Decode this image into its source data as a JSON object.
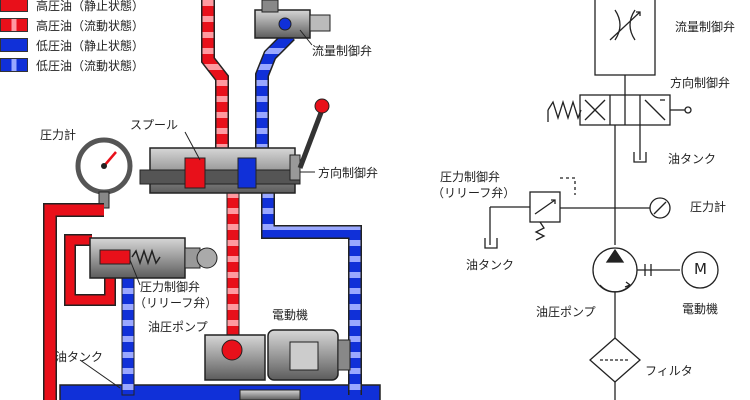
{
  "legend": {
    "items": [
      {
        "label": "高圧油（静止状態）",
        "color": "#e8101a",
        "pattern": "solid"
      },
      {
        "label": "高圧油（流動状態）",
        "color": "#e8101a",
        "pattern": "flow"
      },
      {
        "label": "低圧油（静止状態）",
        "color": "#1030d8",
        "pattern": "solid"
      },
      {
        "label": "低圧油（流動状態）",
        "color": "#1030d8",
        "pattern": "flow"
      }
    ]
  },
  "left_diagram": {
    "labels": {
      "flow_valve": "流量制御弁",
      "spool": "スプール",
      "pressure_gauge": "圧力計",
      "direction_valve": "方向制御弁",
      "relief_valve_line1": "圧力制御弁",
      "relief_valve_line2": "（リリーフ弁）",
      "pump": "油圧ポンプ",
      "motor": "電動機",
      "tank": "油タンク"
    }
  },
  "right_diagram": {
    "labels": {
      "flow_valve": "流量制御弁",
      "direction_valve": "方向制御弁",
      "tank_top": "油タンク",
      "relief_valve_line1": "圧力制御弁",
      "relief_valve_line2": "（リリーフ弁）",
      "pressure_gauge": "圧力計",
      "tank_left": "油タンク",
      "pump": "油圧ポンプ",
      "motor": "電動機",
      "motor_symbol": "M",
      "filter": "フィルタ"
    }
  },
  "colors": {
    "high_pressure": "#e8101a",
    "low_pressure": "#1030d8",
    "machine_gray": "#8a8a8a"
  }
}
